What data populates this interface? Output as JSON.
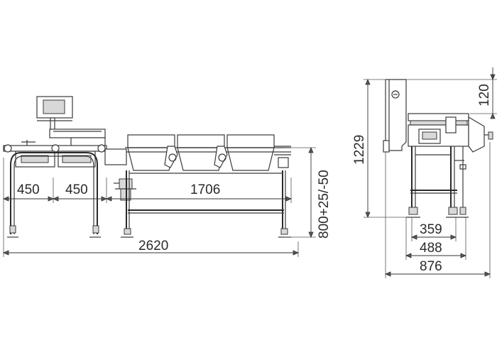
{
  "front_view": {
    "dim_left_section": "450",
    "dim_middle_section": "450",
    "dim_sorting_section": "1706",
    "dim_total_length": "2620",
    "dim_height": "800+25/-50"
  },
  "side_view": {
    "dim_total_height": "1229",
    "dim_top_offset": "120",
    "dim_frame_width": "359",
    "dim_leg_span": "488",
    "dim_total_width": "876"
  }
}
